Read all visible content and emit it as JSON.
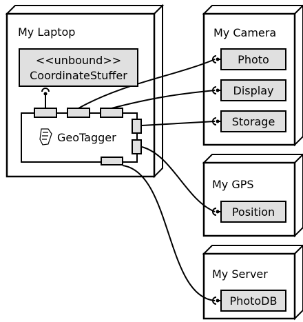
{
  "diagram": {
    "nodes": {
      "laptop": {
        "title": "My Laptop"
      },
      "camera": {
        "title": "My Camera"
      },
      "gps": {
        "title": "My GPS"
      },
      "server": {
        "title": "My Server"
      }
    },
    "components": {
      "coordinate_stuffer": {
        "stereotype": "<<unbound>>",
        "name": "CoordinateStuffer"
      },
      "geotagger": {
        "name": "GeoTagger",
        "icon": "component-scroll-icon"
      },
      "photo": {
        "name": "Photo"
      },
      "display": {
        "name": "Display"
      },
      "storage": {
        "name": "Storage"
      },
      "position": {
        "name": "Position"
      },
      "photodb": {
        "name": "PhotoDB"
      }
    },
    "colors": {
      "component_fill": "#e0e0e0",
      "node_fill": "#ffffff",
      "stroke": "#000000"
    }
  }
}
